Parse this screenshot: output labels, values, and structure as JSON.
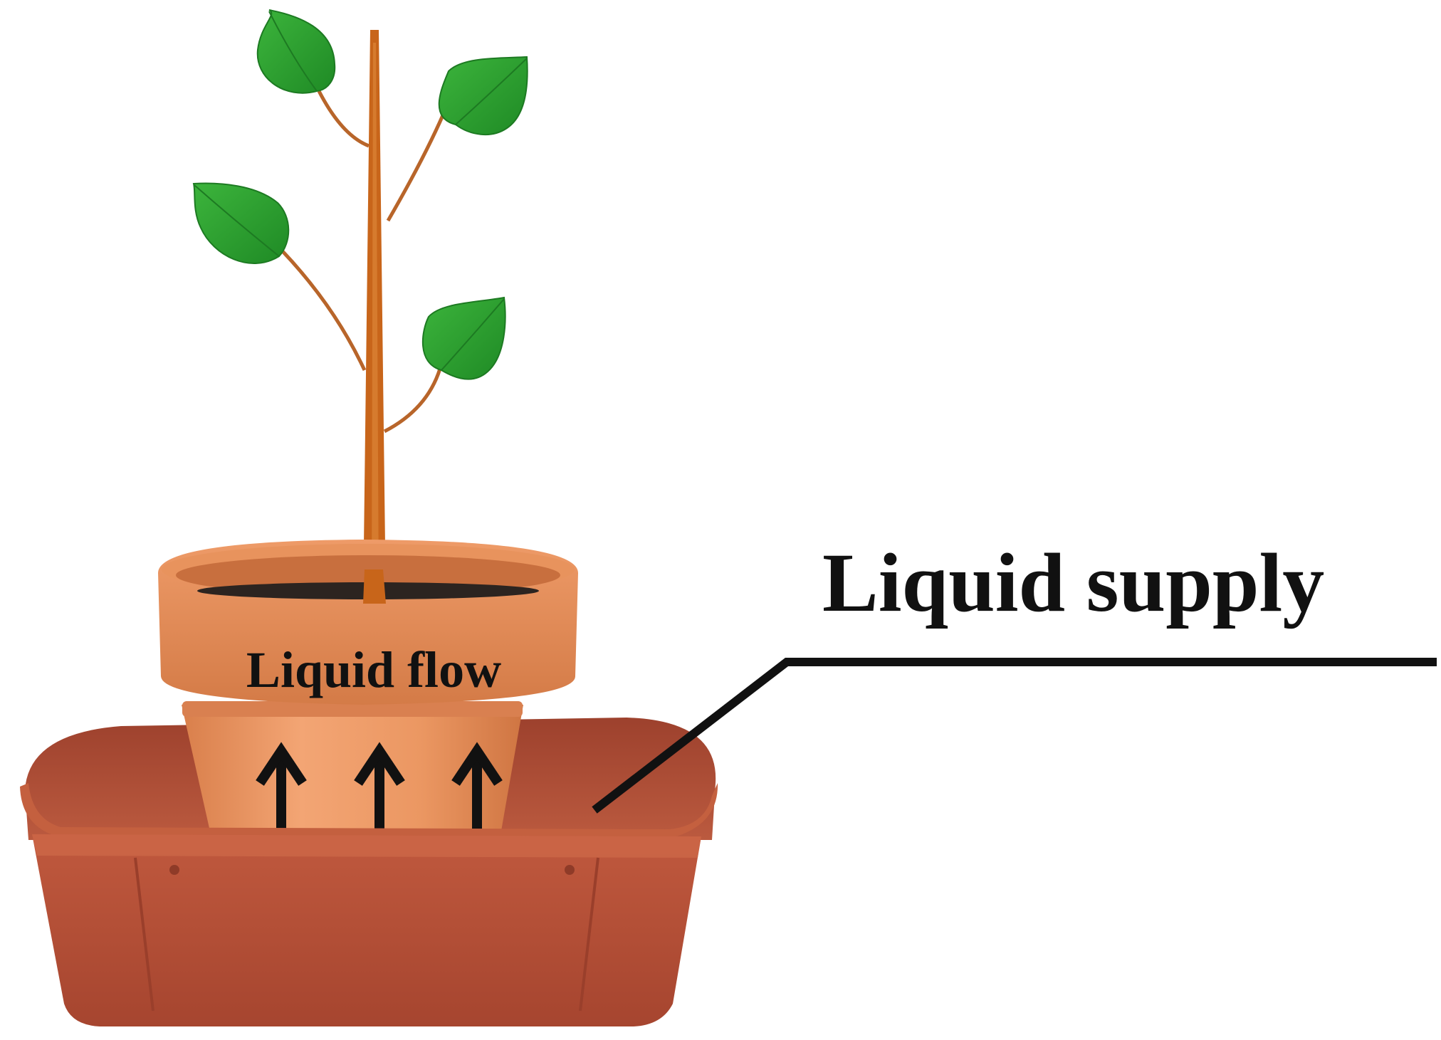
{
  "labels": {
    "liquid_supply": "Liquid supply",
    "liquid_flow": "Liquid flow"
  },
  "arrow_count": 3,
  "leaf_count": 4,
  "colors": {
    "leaf": "#2fa12f",
    "leaf_dark": "#1d7a22",
    "stem": "#c8651a",
    "branch": "#b8652a",
    "pot": "#e48e5a",
    "pot_rim": "#d9804c",
    "soil": "#2c2420",
    "tray": "#b5523a",
    "tray_dark": "#8f3b28",
    "arrow": "#111111",
    "leader_line": "#111111",
    "background": "#ffffff"
  },
  "icons": {
    "plant": "plant-icon",
    "pot": "flower-pot-icon",
    "tray": "water-tray-icon",
    "arrow": "arrow-up-icon"
  }
}
